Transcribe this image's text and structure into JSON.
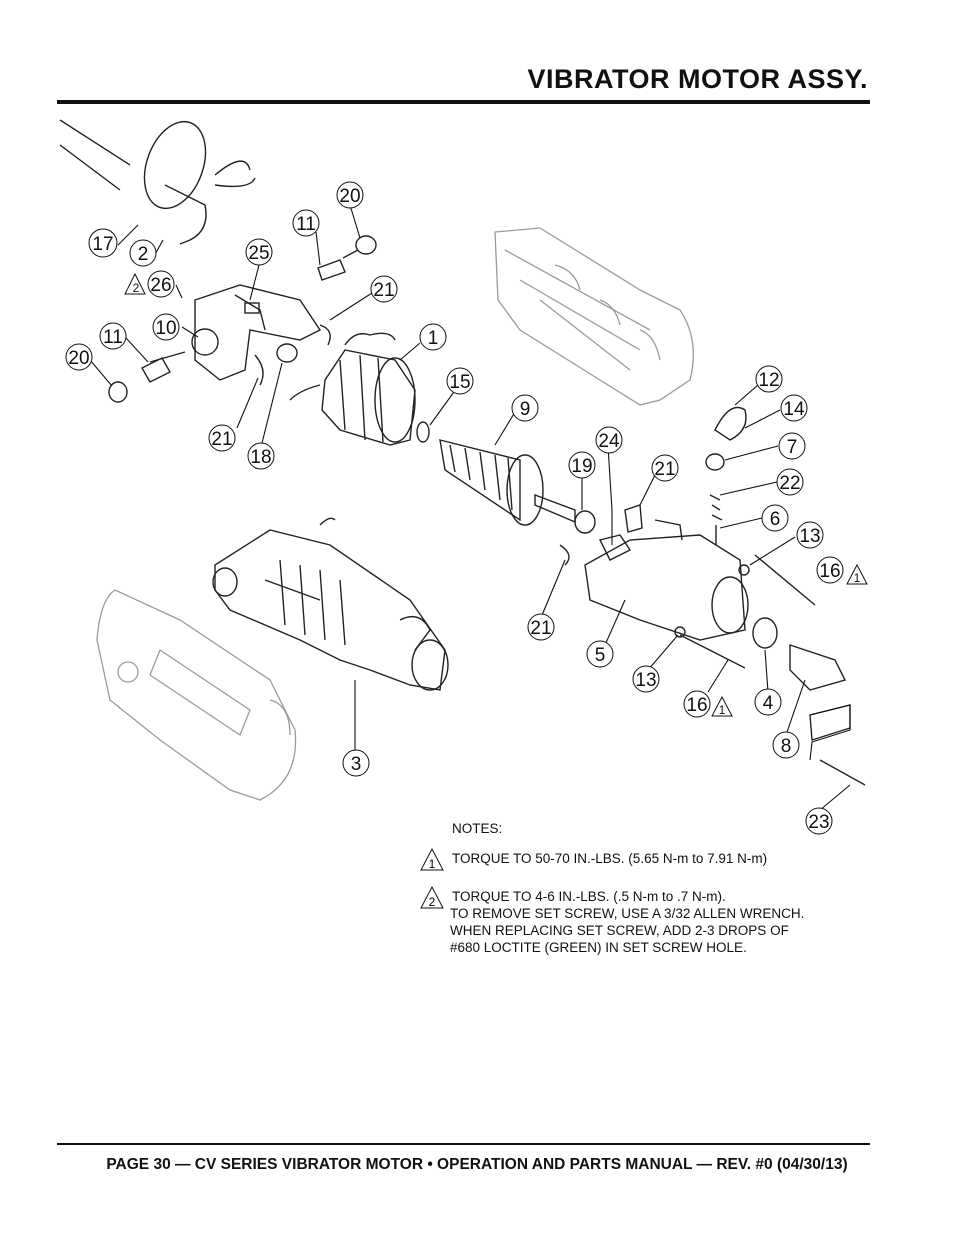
{
  "header": {
    "title": "VIBRATOR MOTOR ASSY."
  },
  "footer": {
    "text": "PAGE 30 — CV SERIES VIBRATOR MOTOR • OPERATION AND PARTS MANUAL — REV. #0 (04/30/13)"
  },
  "callouts": [
    "17",
    "2",
    "26",
    "11",
    "10",
    "20",
    "21",
    "18",
    "25",
    "11",
    "20",
    "21",
    "1",
    "15",
    "9",
    "24",
    "19",
    "21",
    "12",
    "14",
    "7",
    "22",
    "6",
    "13",
    "16",
    "21",
    "5",
    "13",
    "16",
    "4",
    "8",
    "23",
    "3"
  ],
  "triangles": [
    "2",
    "1",
    "1"
  ],
  "notes": {
    "label": "NOTES:",
    "items": [
      {
        "marker": "1",
        "lines": [
          "TORQUE TO 50-70 IN.-LBS. (5.65 N-m to 7.91 N-m)"
        ]
      },
      {
        "marker": "2",
        "lines": [
          "TORQUE TO 4-6 IN.-LBS. (.5 N-m to .7 N-m).",
          "TO REMOVE SET SCREW, USE A 3/32 ALLEN WRENCH.",
          "WHEN REPLACING SET SCREW, ADD 2-3 DROPS OF",
          "#680 LOCTITE (GREEN) IN SET SCREW HOLE."
        ]
      }
    ]
  }
}
